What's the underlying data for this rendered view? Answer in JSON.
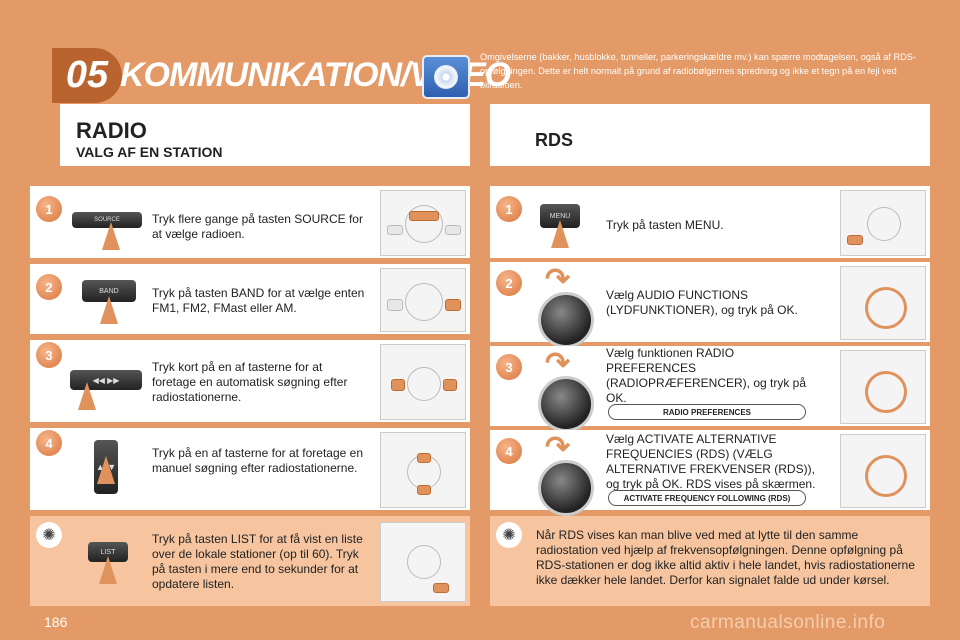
{
  "header": {
    "chapter_number": "05",
    "chapter_title": "KOMMUNIKATION/VIDEO",
    "icon": "cd-disc-icon",
    "intro_text": "Omgivelserne (bakker, husblokke, tunneller, parkeringskældre mv.) kan spærre modtagelsen, også af RDS-opfølgningen. Dette er helt normalt på grund af radiobølgernes spredning og ikke et tegn på en fejl ved bilradioen."
  },
  "left": {
    "title": "RADIO",
    "subtitle": "VALG AF EN STATION",
    "steps": [
      {
        "number": "1",
        "key_label": "SOURCE",
        "text": "Tryk flere gange på tasten SOURCE for at vælge radioen."
      },
      {
        "number": "2",
        "key_label": "BAND",
        "text": "Tryk på tasten BAND for at vælge enten FM1, FM2, FMast eller AM."
      },
      {
        "number": "3",
        "key_label": "◀◀  ▶▶",
        "text": "Tryk kort på en af tasterne for at foretage en automatisk søgning efter radiostationerne."
      },
      {
        "number": "4",
        "key_label": "▲ ▼",
        "text": "Tryk på en af tasterne for at foretage en manuel søgning efter radiostationerne."
      }
    ],
    "tip": {
      "key_label": "LIST",
      "text": "Tryk på tasten LIST for at få vist en liste over de lokale stationer (op til 60). Tryk på tasten i mere end to sekunder for at opdatere listen."
    }
  },
  "right": {
    "title": "RDS",
    "steps": [
      {
        "number": "1",
        "key_label": "MENU",
        "text": "Tryk på tasten MENU."
      },
      {
        "number": "2",
        "text": "Vælg AUDIO FUNCTIONS (LYDFUNKTIONER), og tryk på OK."
      },
      {
        "number": "3",
        "text": "Vælg funktionen RADIO PREFERENCES (RADIOPRÆFERENCER), og tryk på OK.",
        "screen_label": "RADIO PREFERENCES"
      },
      {
        "number": "4",
        "text": "Vælg ACTIVATE ALTERNATIVE FREQUENCIES (RDS) (VÆLG ALTERNATIVE FREKVENSER (RDS)), og tryk på OK. RDS vises på skærmen.",
        "screen_label": "ACTIVATE FREQUENCY FOLLOWING (RDS)"
      }
    ],
    "tip": {
      "text": "Når RDS vises kan man blive ved med at lytte til den samme radiostation ved hjælp af frekvensopfølgningen. Denne opfølgning på RDS-stationen er dog ikke altid aktiv i hele landet, hvis radiostationerne ikke dækker hele landet. Derfor kan signalet falde ud under kørsel."
    }
  },
  "footer": {
    "page_number": "186",
    "watermark": "carmanualsonline.info"
  },
  "colors": {
    "background": "#e39a66",
    "accent": "#e0925d",
    "tip_background": "#f6c59f"
  }
}
